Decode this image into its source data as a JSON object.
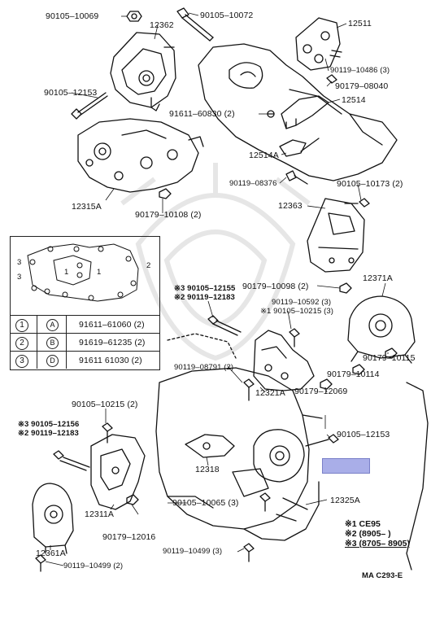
{
  "labels": {
    "p90105_10069": "90105–10069",
    "p90105_10072": "90105–10072",
    "p12362": "12362",
    "p12511": "12511",
    "p90119_10486": "90119–10486 (3)",
    "p90105_12153_top": "90105–12153",
    "p90179_08040": "90179–08040",
    "p91611_60830": "91611–60830 (2)",
    "p12514": "12514",
    "p12514A": "12514A",
    "p90119_08376": "90119–08376",
    "p90105_10173": "90105–10173 (2)",
    "p12315A": "12315A",
    "p90179_10108": "90179–10108 (2)",
    "p12363": "12363",
    "p90179_10098": "90179–10098 (2)",
    "p12371A": "12371A",
    "p_s3_90105_12155_a": "※3 90105–12155",
    "p_s2_90119_12183_a": "※2 90119–12183",
    "p90119_10592": "90119–10592 (3)",
    "p_s1_90105_10215": "※1 90105–10215 (3)",
    "p90179_10115": "90179–10115",
    "p90119_08791": "90119–08791 (2)",
    "p90179_10114": "90179–10114",
    "p90105_10215": "90105–10215 (2)",
    "p12321A": "12321A",
    "p90179_12069": "90179–12069",
    "p90105_12153_bot": "90105–12153",
    "p_s3_90105_12156": "※3 90105–12156",
    "p_s2_90119_12183_b": "※2 90119–12183",
    "p12318": "12318",
    "p12311A": "12311A",
    "p90105_10065": "90105–10065 (3)",
    "p12325A": "12325A",
    "p90179_12016": "90179–12016",
    "p12361A": "12361A",
    "p90119_10499_a": "90119–10499 (2)",
    "p90119_10499_b": "90119–10499 (3)",
    "code": "MA C293-E"
  },
  "notes": {
    "n1": "※1 CE95",
    "n2": "※2 (8905–          )",
    "n3": "※3 (8705– 8905)"
  },
  "legend": {
    "inset_marks": [
      "1",
      "1",
      "2",
      "3",
      "3"
    ],
    "rows": [
      {
        "num": "1",
        "sym": "A",
        "part": "91611–61060 (2)"
      },
      {
        "num": "2",
        "sym": "B",
        "part": "91619–61235 (2)"
      },
      {
        "num": "3",
        "sym": "D",
        "part": "91611 61030 (2)"
      }
    ]
  },
  "colors": {
    "ink": "#111111",
    "highlight": "#a9aee8",
    "watermark": "#e3e3e3"
  }
}
